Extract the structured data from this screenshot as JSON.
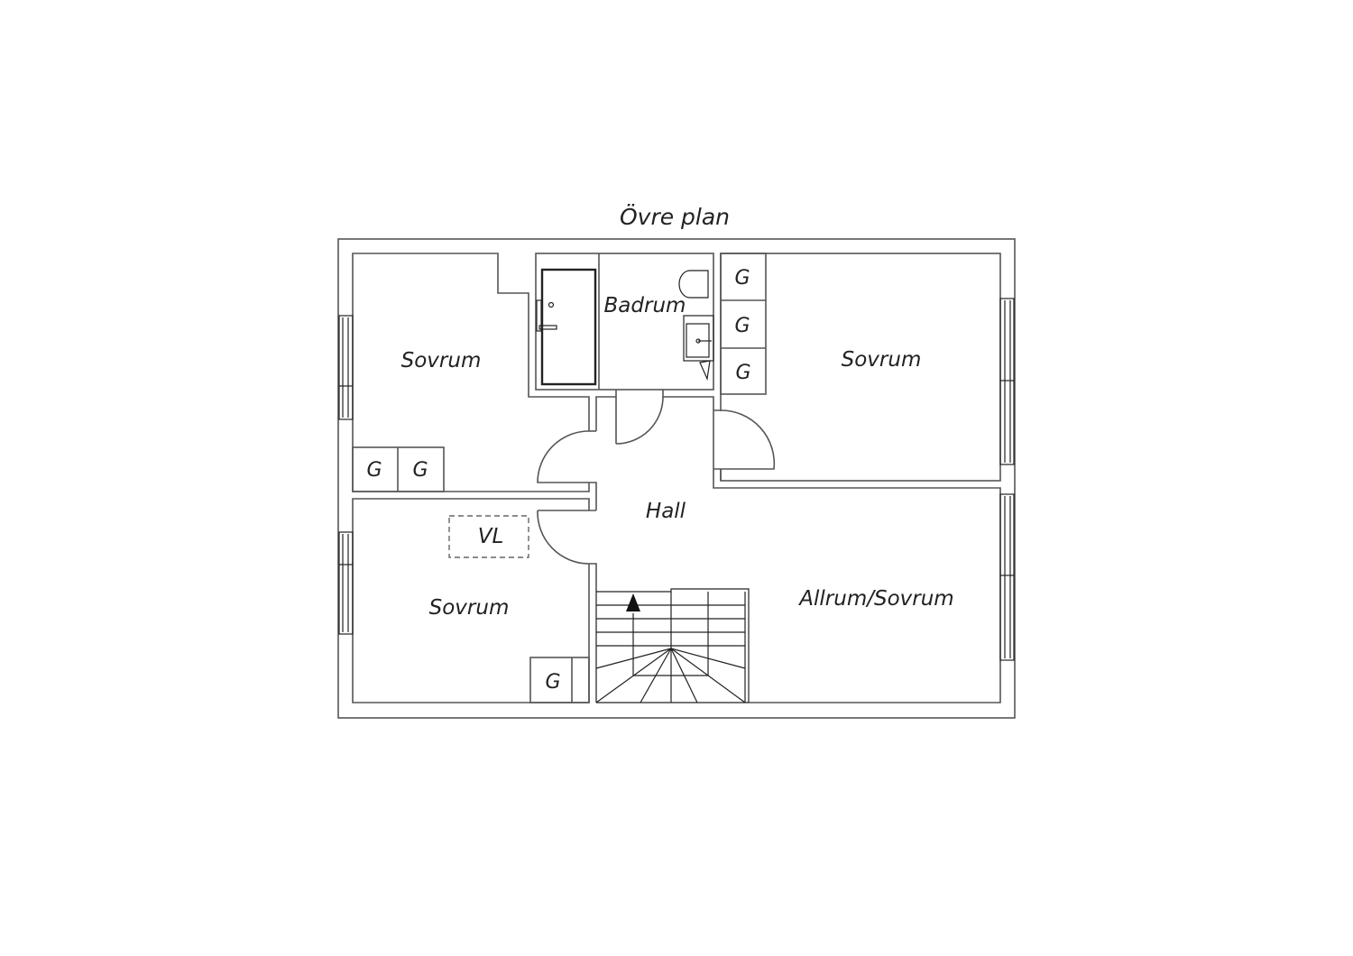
{
  "title": "Övre plan",
  "rooms": {
    "bedroom_top_left": "Sovrum",
    "bathroom": "Badrum",
    "bedroom_top_right": "Sovrum",
    "hall": "Hall",
    "bedroom_bottom_left": "Sovrum",
    "family_room": "Allrum/Sovrum"
  },
  "labels": {
    "wardrobe": "G",
    "attic_hatch": "VL"
  }
}
